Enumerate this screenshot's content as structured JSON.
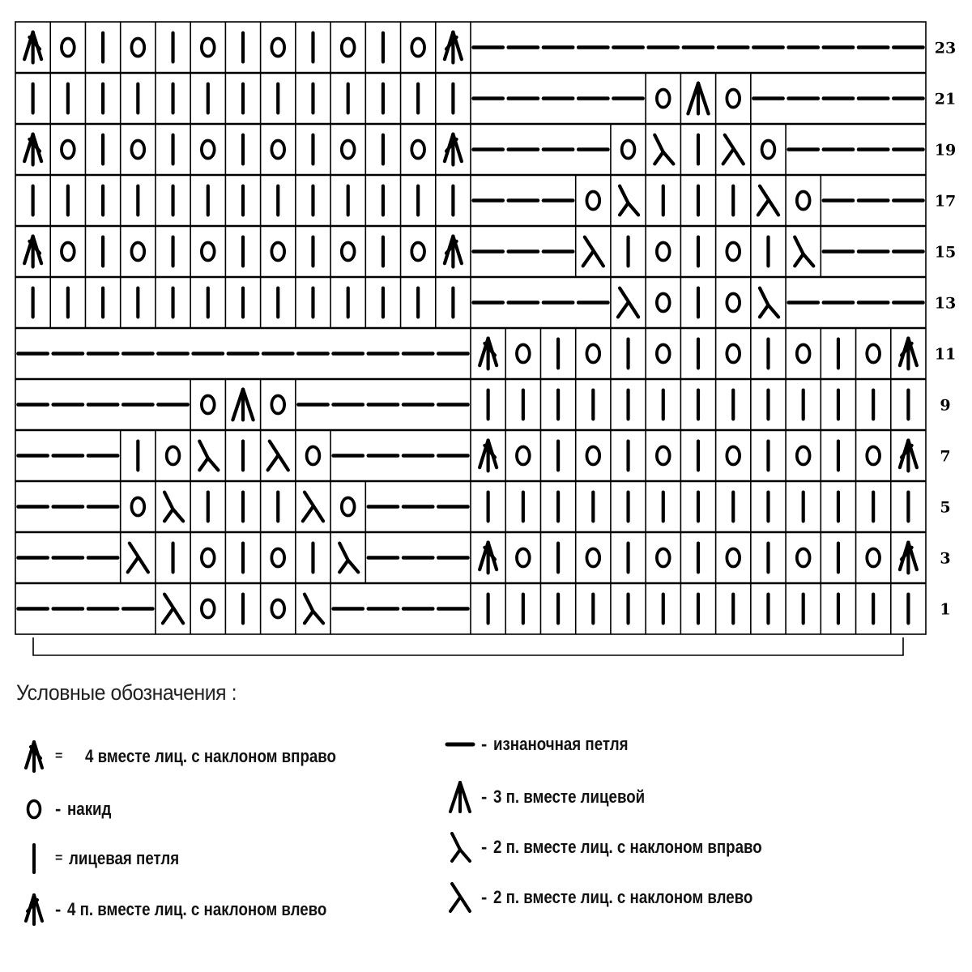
{
  "chart": {
    "columns": 26,
    "row_numbers": [
      "23",
      "21",
      "19",
      "17",
      "15",
      "13",
      "11",
      "9",
      "7",
      "5",
      "3",
      "1"
    ],
    "rows": [
      [
        "R4",
        "O",
        "K",
        "O",
        "K",
        "O",
        "K",
        "O",
        "K",
        "O",
        "K",
        "O",
        "L4",
        "P",
        "P",
        "P",
        "P",
        "P",
        "P",
        "P",
        "P",
        "P",
        "P",
        "P",
        "P",
        "P"
      ],
      [
        "K",
        "K",
        "K",
        "K",
        "K",
        "K",
        "K",
        "K",
        "K",
        "K",
        "K",
        "K",
        "K",
        "P",
        "P",
        "P",
        "P",
        "P",
        "O",
        "T3",
        "O",
        "P",
        "P",
        "P",
        "P",
        "P"
      ],
      [
        "R4",
        "O",
        "K",
        "O",
        "K",
        "O",
        "K",
        "O",
        "K",
        "O",
        "K",
        "O",
        "L4",
        "P",
        "P",
        "P",
        "P",
        "O",
        "R2",
        "K",
        "L2",
        "O",
        "P",
        "P",
        "P",
        "P"
      ],
      [
        "K",
        "K",
        "K",
        "K",
        "K",
        "K",
        "K",
        "K",
        "K",
        "K",
        "K",
        "K",
        "K",
        "P",
        "P",
        "P",
        "O",
        "R2",
        "K",
        "K",
        "K",
        "L2",
        "O",
        "P",
        "P",
        "P"
      ],
      [
        "R4",
        "O",
        "K",
        "O",
        "K",
        "O",
        "K",
        "O",
        "K",
        "O",
        "K",
        "O",
        "L4",
        "P",
        "P",
        "P",
        "L2",
        "K",
        "O",
        "K",
        "O",
        "K",
        "R2",
        "P",
        "P",
        "P"
      ],
      [
        "K",
        "K",
        "K",
        "K",
        "K",
        "K",
        "K",
        "K",
        "K",
        "K",
        "K",
        "K",
        "K",
        "P",
        "P",
        "P",
        "P",
        "L2",
        "O",
        "K",
        "O",
        "R2",
        "P",
        "P",
        "P",
        "P"
      ],
      [
        "P",
        "P",
        "P",
        "P",
        "P",
        "P",
        "P",
        "P",
        "P",
        "P",
        "P",
        "P",
        "P",
        "R4",
        "O",
        "K",
        "O",
        "K",
        "O",
        "K",
        "O",
        "K",
        "O",
        "K",
        "O",
        "L4"
      ],
      [
        "P",
        "P",
        "P",
        "P",
        "P",
        "O",
        "T3",
        "O",
        "P",
        "P",
        "P",
        "P",
        "P",
        "K",
        "K",
        "K",
        "K",
        "K",
        "K",
        "K",
        "K",
        "K",
        "K",
        "K",
        "K",
        "K"
      ],
      [
        "P",
        "P",
        "P",
        "K",
        "O",
        "R2",
        "K",
        "L2",
        "O",
        "P",
        "P",
        "P",
        "P",
        "R4",
        "O",
        "K",
        "O",
        "K",
        "O",
        "K",
        "O",
        "K",
        "O",
        "K",
        "O",
        "L4"
      ],
      [
        "P",
        "P",
        "P",
        "O",
        "R2",
        "K",
        "K",
        "K",
        "L2",
        "O",
        "P",
        "P",
        "P",
        "K",
        "K",
        "K",
        "K",
        "K",
        "K",
        "K",
        "K",
        "K",
        "K",
        "K",
        "K",
        "K"
      ],
      [
        "P",
        "P",
        "P",
        "L2",
        "K",
        "O",
        "K",
        "O",
        "K",
        "R2",
        "P",
        "P",
        "P",
        "R4",
        "O",
        "K",
        "O",
        "K",
        "O",
        "K",
        "O",
        "K",
        "O",
        "K",
        "O",
        "L4"
      ],
      [
        "P",
        "P",
        "P",
        "P",
        "L2",
        "O",
        "K",
        "O",
        "R2",
        "P",
        "P",
        "P",
        "P",
        "K",
        "K",
        "K",
        "K",
        "K",
        "K",
        "K",
        "K",
        "K",
        "K",
        "K",
        "K",
        "K"
      ]
    ]
  },
  "legend": {
    "title": "Условные обозначения :",
    "items": [
      {
        "symbol": "R4",
        "separator": "=",
        "text": "4 вместе лиц. с наклоном вправо"
      },
      {
        "symbol": "O",
        "separator": "-",
        "text": "накид"
      },
      {
        "symbol": "K",
        "separator": "=",
        "text": "лицевая петля"
      },
      {
        "symbol": "L4",
        "separator": "-",
        "text": "4 п. вместе лиц. с наклоном влево"
      },
      {
        "symbol": "P",
        "separator": "-",
        "text": "изнаночная петля"
      },
      {
        "symbol": "T3",
        "separator": "-",
        "text": "3 п. вместе лицевой"
      },
      {
        "symbol": "R2",
        "separator": "-",
        "text": "2 п. вместе лиц. с наклоном вправо"
      },
      {
        "symbol": "L2",
        "separator": "-",
        "text": "2 п. вместе лиц. с наклоном влево"
      }
    ]
  }
}
